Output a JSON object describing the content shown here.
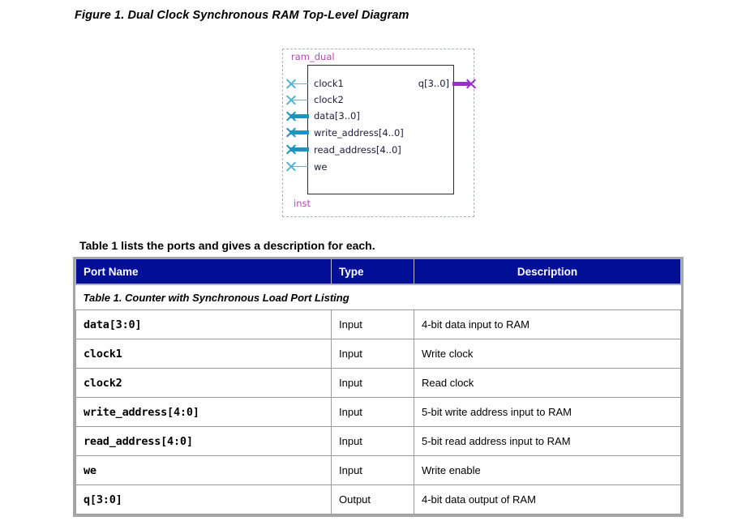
{
  "figure": {
    "caption": "Figure 1. Dual Clock Synchronous RAM Top-Level Diagram",
    "entity_name": "ram_dual",
    "instance_name": "inst",
    "colors": {
      "entity_label": "#b24ab2",
      "bus_wire": "#1f93bf",
      "signal_wire": "#7fa9bf",
      "output_wire": "#9b30c8",
      "block_border": "#2b2b2b",
      "dashed_border": "#9fb9ae"
    },
    "input_ports": [
      {
        "label": "clock1",
        "width": "single"
      },
      {
        "label": "clock2",
        "width": "single"
      },
      {
        "label": "data[3..0]",
        "width": "bus"
      },
      {
        "label": "write_address[4..0]",
        "width": "bus"
      },
      {
        "label": "read_address[4..0]",
        "width": "bus"
      },
      {
        "label": "we",
        "width": "single"
      }
    ],
    "output_ports": [
      {
        "label": "q[3..0]",
        "width": "bus"
      }
    ]
  },
  "intro": {
    "text": "Table 1 lists the ports and gives a description for each."
  },
  "table": {
    "title": "Table 1. Counter with Synchronous Load Port Listing",
    "header_bg": "#000f96",
    "columns": [
      "Port Name",
      "Type",
      "Description"
    ],
    "rows": [
      {
        "port": "data[3:0]",
        "type": "Input",
        "description": "4-bit data input to RAM"
      },
      {
        "port": "clock1",
        "type": "Input",
        "description": "Write clock"
      },
      {
        "port": "clock2",
        "type": "Input",
        "description": "Read clock"
      },
      {
        "port": "write_address[4:0]",
        "type": "Input",
        "description": "5-bit write address input to RAM"
      },
      {
        "port": "read_address[4:0]",
        "type": "Input",
        "description": "5-bit read address input to RAM"
      },
      {
        "port": "we",
        "type": "Input",
        "description": "Write enable"
      },
      {
        "port": "q[3:0]",
        "type": "Output",
        "description": "4-bit data output of RAM"
      }
    ]
  }
}
